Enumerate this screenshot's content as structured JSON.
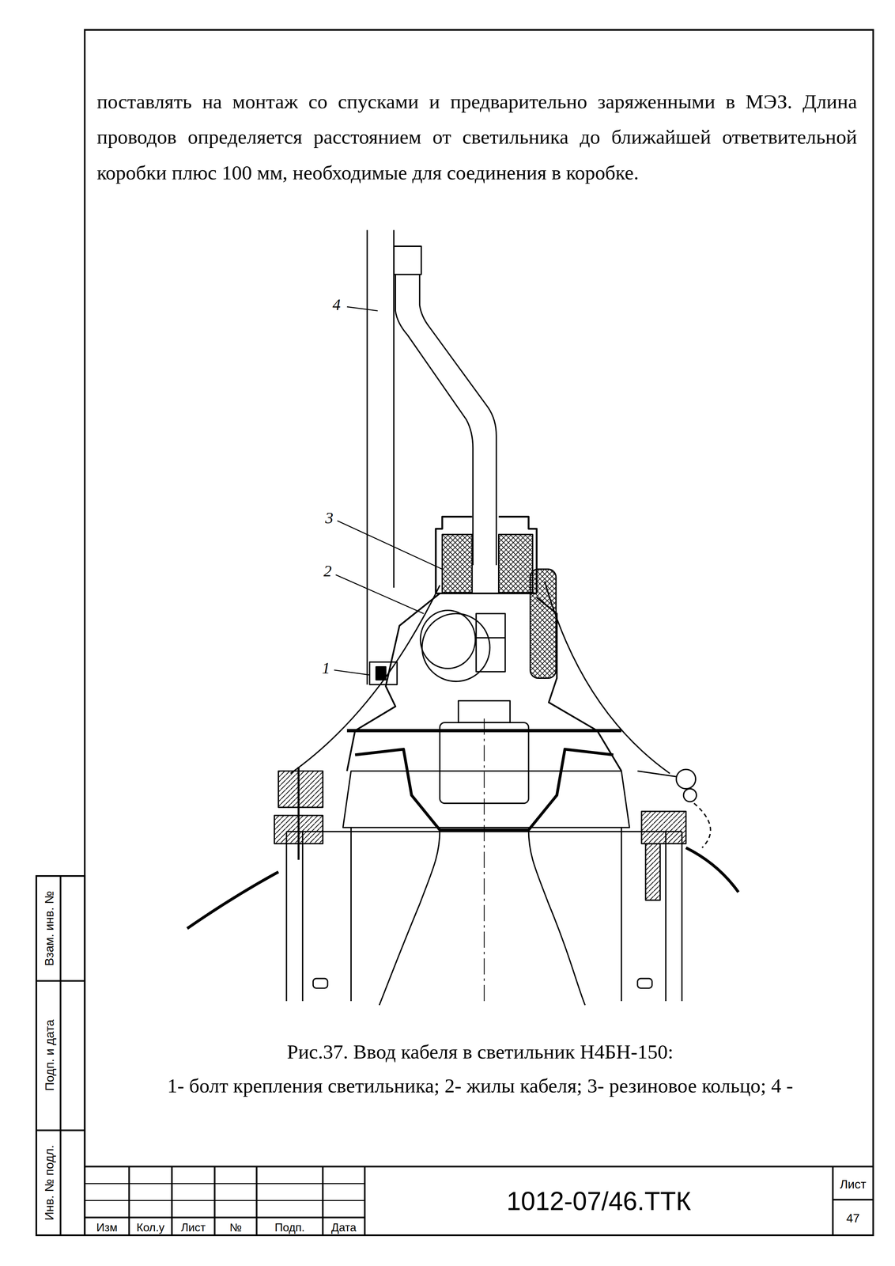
{
  "diagram": {
    "caption": "Рис.37. Ввод кабеля в светильник Н4БН-150:",
    "labels": [
      "поставлять на монтаж со спусками и предварительно заряженными в МЭЗ. Длина проводов определяется расстоянием от светильника до ближайшей ответвительной коробки плюс 100 мм, необходимые для соединения в коробке.",
      "4",
      "3",
      "2",
      "1",
      "1- болт крепления светильника; 2- жилы кабеля; 3- резиновое кольцо; 4 -",
      "Взам. инв. №",
      "Подп. и дата",
      "Инв. № подл.",
      "Изм",
      "Кол.у",
      "Лист",
      "№",
      "Подп.",
      "Дата",
      "1012-07/46.ТТК",
      "Лист",
      "47"
    ]
  }
}
